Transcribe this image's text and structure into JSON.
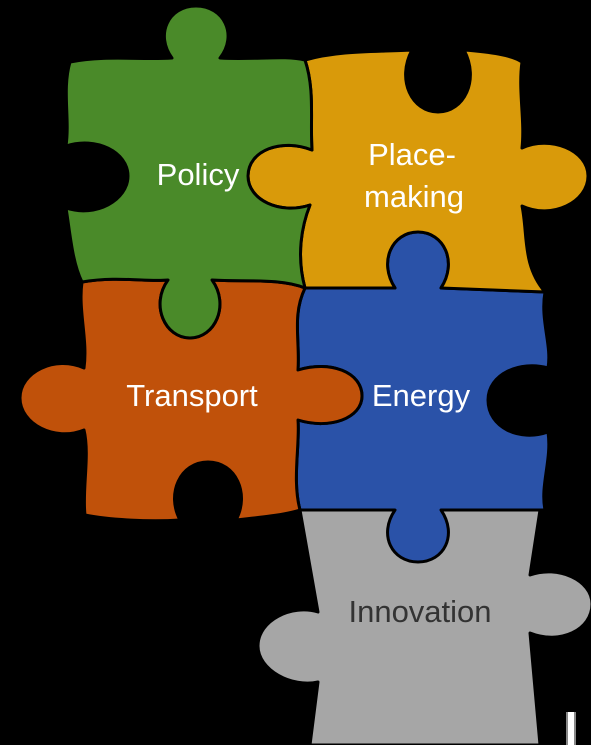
{
  "diagram": {
    "background": "#000000",
    "pieces": [
      {
        "id": "policy",
        "lines": [
          "Policy"
        ],
        "color": "#4a8a29",
        "text_color": "#ffffff"
      },
      {
        "id": "placemaking",
        "lines": [
          "Place-",
          "making"
        ],
        "color": "#d99a0a",
        "text_color": "#ffffff"
      },
      {
        "id": "transport",
        "lines": [
          "Transport"
        ],
        "color": "#c0510a",
        "text_color": "#ffffff"
      },
      {
        "id": "energy",
        "lines": [
          "Energy"
        ],
        "color": "#2a52a8",
        "text_color": "#ffffff"
      },
      {
        "id": "innovation",
        "lines": [
          "Innovation"
        ],
        "color": "#a6a6a6",
        "text_color": "#333333"
      }
    ]
  }
}
